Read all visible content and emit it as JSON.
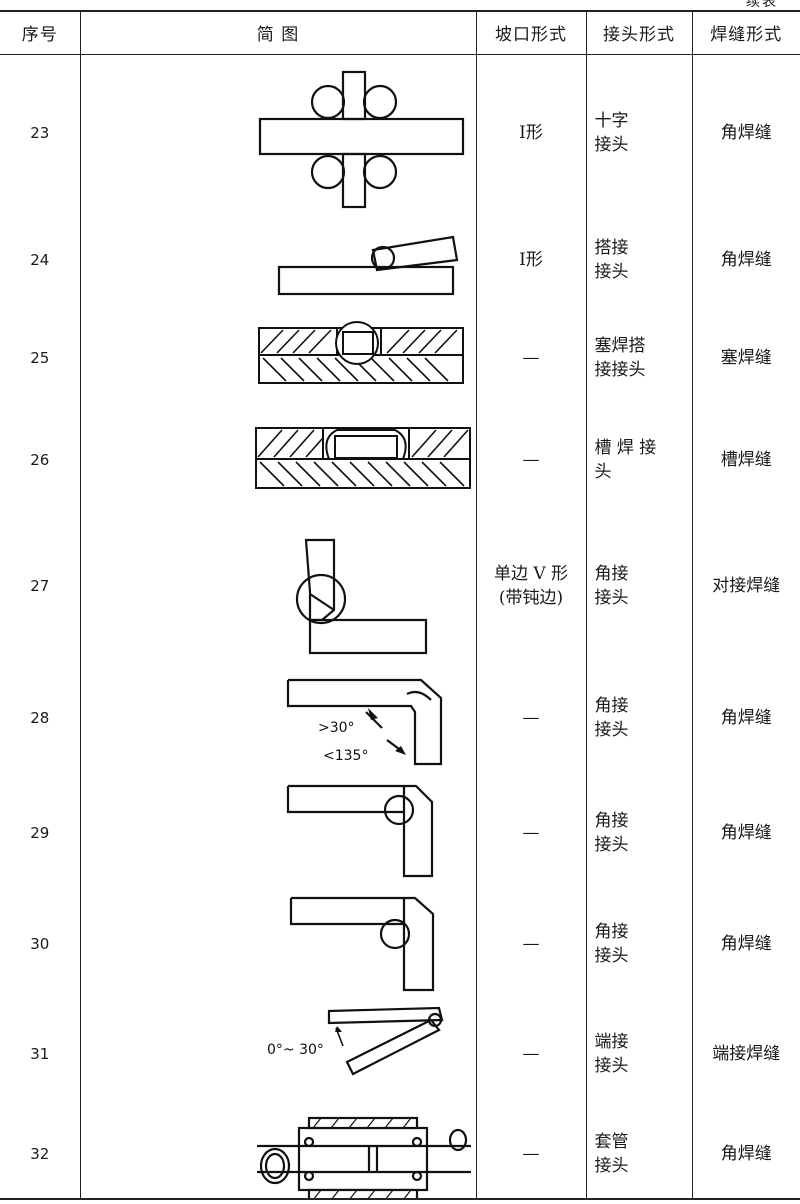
{
  "continued_label": "续表",
  "headers": {
    "no": "序号",
    "diagram": "简 图",
    "groove": "坡口形式",
    "joint": "接头形式",
    "weld": "焊缝形式"
  },
  "rows": [
    {
      "no": "23",
      "groove": "I形",
      "joint": "十字\n接头",
      "weld": "角焊缝"
    },
    {
      "no": "24",
      "groove": "I形",
      "joint": "搭接\n接头",
      "weld": "角焊缝"
    },
    {
      "no": "25",
      "groove": "—",
      "joint": "塞焊搭\n接接头",
      "weld": "塞焊缝"
    },
    {
      "no": "26",
      "groove": "—",
      "joint": "槽 焊 接\n头",
      "weld": "槽焊缝"
    },
    {
      "no": "27",
      "groove": "单边 V 形\n(带钝边)",
      "joint": "角接\n接头",
      "weld": "对接焊缝"
    },
    {
      "no": "28",
      "groove": "—",
      "joint": "角接\n接头",
      "weld": "角焊缝"
    },
    {
      "no": "29",
      "groove": "—",
      "joint": "角接\n接头",
      "weld": "角焊缝"
    },
    {
      "no": "30",
      "groove": "—",
      "joint": "角接\n接头",
      "weld": "角焊缝"
    },
    {
      "no": "31",
      "groove": "—",
      "joint": "端接\n接头",
      "weld": "端接焊缝"
    },
    {
      "no": "32",
      "groove": "—",
      "joint": "套管\n接头",
      "weld": "角焊缝"
    }
  ],
  "annotations": {
    "angle_min": ">30°",
    "angle_max": "<135°",
    "angle_range": "0°~ 30°"
  },
  "icons": {
    "fig23": "cross-joint-icon",
    "fig24": "lap-joint-icon",
    "fig25": "plug-weld-icon",
    "fig26": "slot-weld-icon",
    "fig27": "bevel-corner-joint-icon",
    "fig28": "corner-joint-angle-icon",
    "fig29": "corner-joint-inside-icon",
    "fig30": "corner-joint-outside-icon",
    "fig31": "edge-joint-icon",
    "fig32": "sleeve-joint-icon"
  }
}
